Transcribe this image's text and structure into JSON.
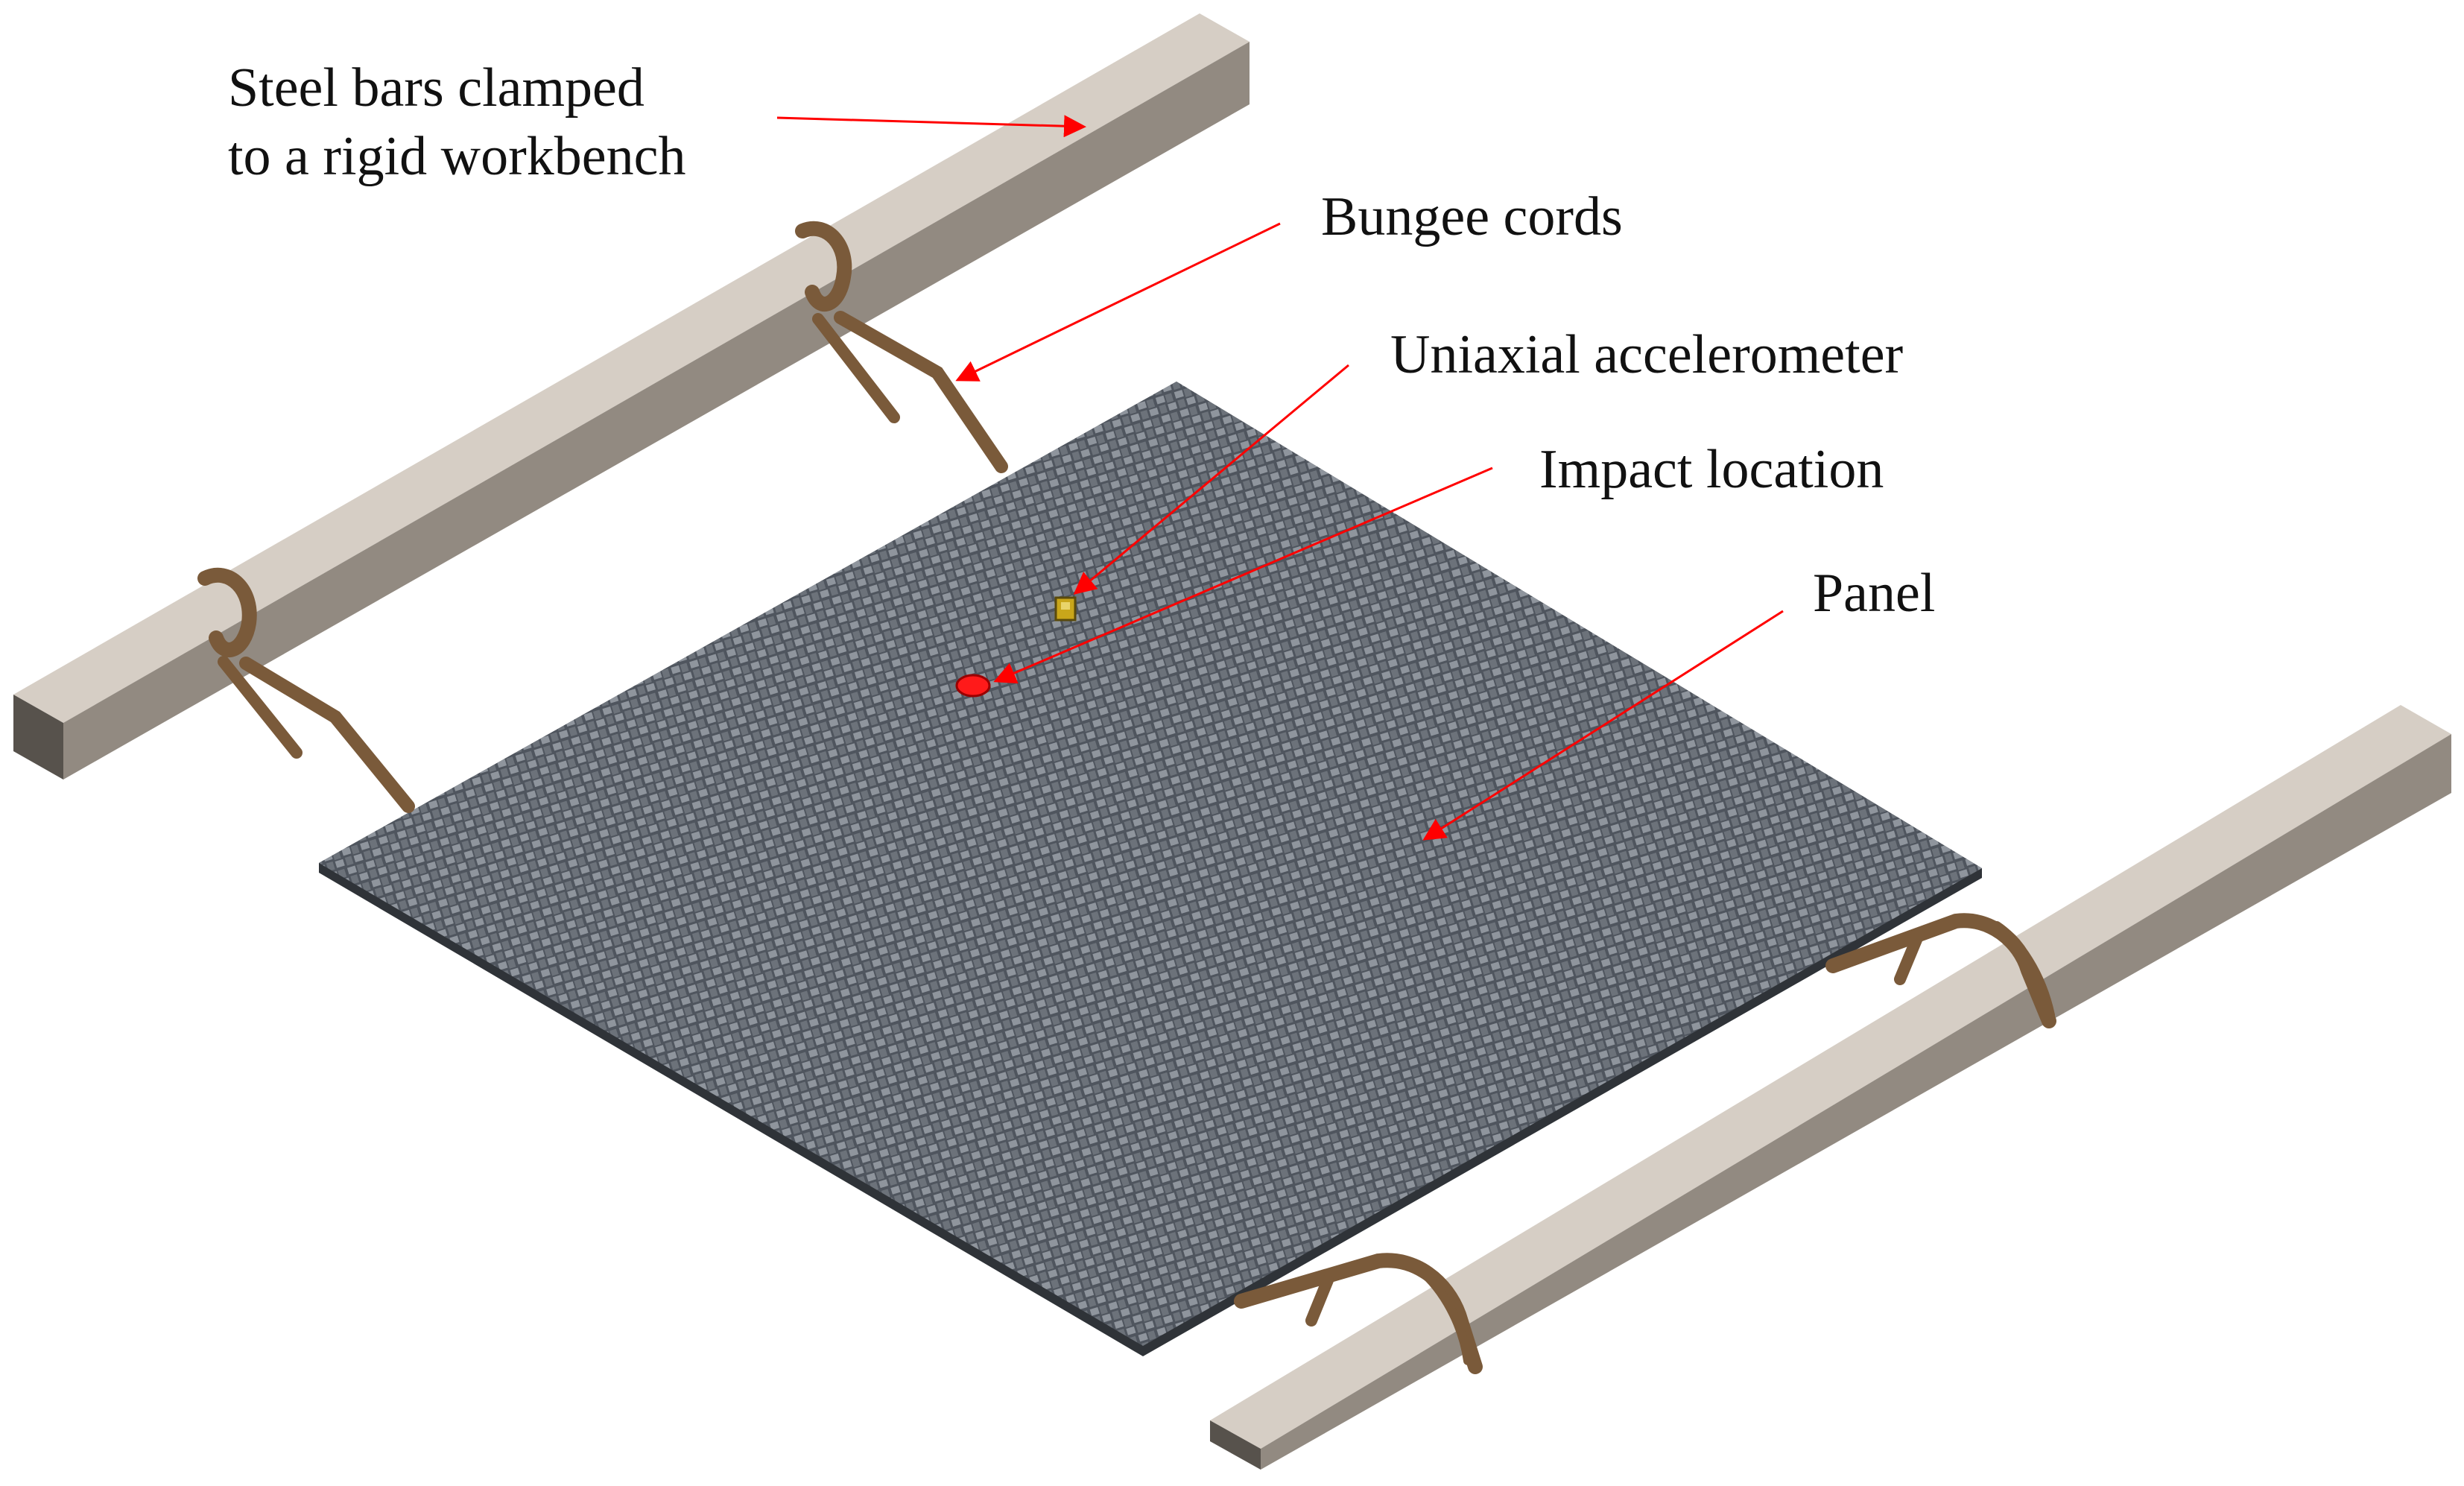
{
  "labels": {
    "steel_bars_line1": "Steel bars clamped",
    "steel_bars_line2": "to a rigid workbench",
    "bungee_cords": "Bungee cords",
    "accelerometer": "Uniaxial accelerometer",
    "impact_location": "Impact location",
    "panel": "Panel"
  },
  "colors": {
    "arrow": "#ff0000",
    "bar_top": "#d8d0c7",
    "bar_side": "#8f877e",
    "bar_end": "#55504b",
    "panel": "#545a63",
    "panel_weave": "#9aa0a8",
    "cord": "#7a5a3a",
    "accelerometer": "#c9a61a",
    "impact_marker": "#ff1a1a"
  }
}
